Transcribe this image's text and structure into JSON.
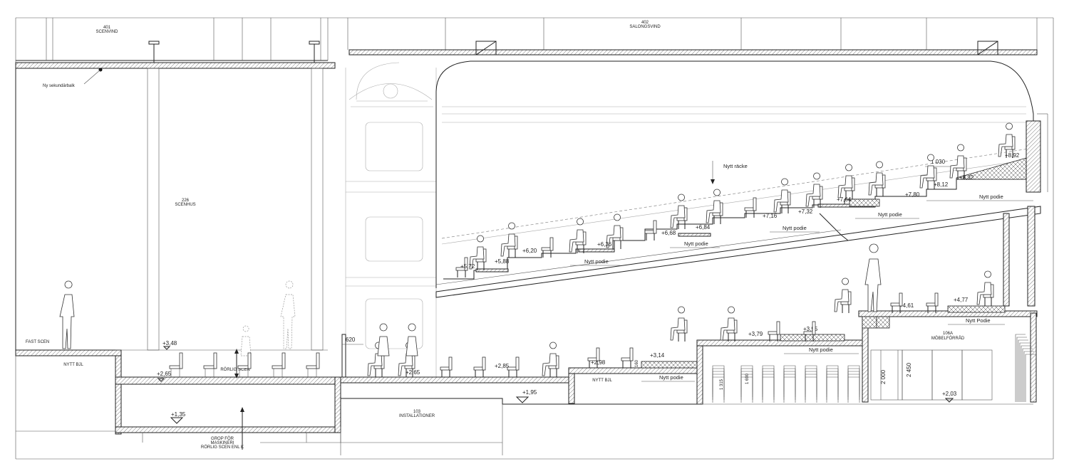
{
  "rooms": {
    "scenvind_no": "401",
    "scenvind": "SCENVIND",
    "salongsvind_no": "402",
    "salongsvind": "SALONGSVIND",
    "scenhus_no": "226",
    "scenhus": "SCENHUS",
    "installationer_no": "103",
    "installationer": "INSTALLATIONER",
    "mobelforrad_no": "106A",
    "mobelforrad": "MÖBELFÖRRÅD"
  },
  "labels": {
    "ny_sekundarbalk": "Ny sekundärbalk",
    "fast_scen": "FAST SCEN",
    "nytt_bjl_1": "NYTT BJL",
    "nytt_bjl_2": "NYTT BJL",
    "rorlig_scen": "RÖRLIG SCEN",
    "grop_line1": "GROP FÖR",
    "grop_line2": "MASKINERI",
    "grop_line3": "RÖRLIG SCEN ENL K",
    "nytt_racke": "Nytt räcke",
    "nytt_podie_1": "Nytt podie",
    "nytt_podie_2": "Nytt podie",
    "nytt_podie_3": "Nytt podie",
    "nytt_podie_4": "Nytt podie",
    "nytt_podie_5": "Nytt podie",
    "nytt_podie_6": "Nytt podie",
    "nytt_podie_7": "Nytt Podie"
  },
  "levels": {
    "l348": "+3,48",
    "l265a": "+2,65",
    "l265b": "+2,65",
    "l135": "+1,35",
    "l195": "+1,95",
    "l285": "+2,85",
    "l298": "+2,98",
    "l314": "+3,14",
    "l379": "+3,79",
    "l395": "+3,95",
    "l461": "+4,61",
    "l477": "+4,77",
    "l203": "+2,03",
    "l572": "+5,72",
    "l588": "+5,88",
    "l620": "+6,20",
    "l636": "+6,36",
    "l668": "+6,68",
    "l684": "+6,84",
    "l716": "+7,16",
    "l732": "+7,32",
    "l764": "+7,64",
    "l780": "+7,80",
    "l812": "+8,12",
    "l832": "+8,32",
    "l892": "+8,92"
  },
  "dims": {
    "d620": "620",
    "d1030": "1 030",
    "d160": "160",
    "d1315": "1 315",
    "d1690": "1 690",
    "d2000": "2 000",
    "d2450": "2 450"
  }
}
